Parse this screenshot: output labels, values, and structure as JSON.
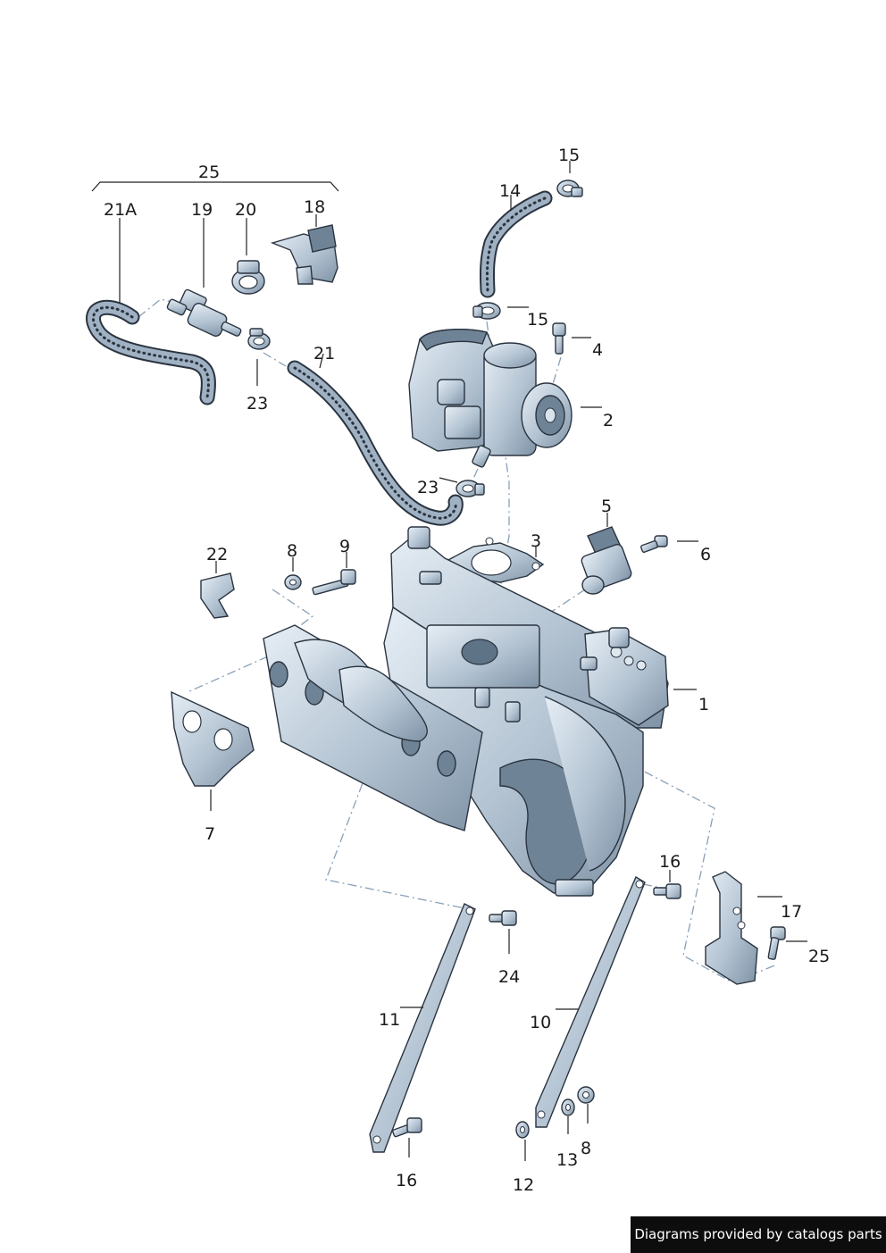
{
  "callouts": {
    "c1": "1",
    "c2": "2",
    "c3": "3",
    "c4": "4",
    "c5": "5",
    "c6": "6",
    "c7": "7",
    "c8a": "8",
    "c8b": "8",
    "c9": "9",
    "c10": "10",
    "c11": "11",
    "c12": "12",
    "c13": "13",
    "c14": "14",
    "c15a": "15",
    "c15b": "15",
    "c16a": "16",
    "c16b": "16",
    "c17": "17",
    "c18": "18",
    "c19": "19",
    "c20": "20",
    "c21": "21",
    "c21a": "21A",
    "c22": "22",
    "c23a": "23",
    "c23b": "23",
    "c24": "24",
    "c25a": "25",
    "c25b": "25"
  },
  "credit": "Diagrams provided by catalogs parts",
  "colors": {
    "metal_light": "#dce6ef",
    "metal_dark": "#7f93a6",
    "outline": "#2a3440"
  }
}
